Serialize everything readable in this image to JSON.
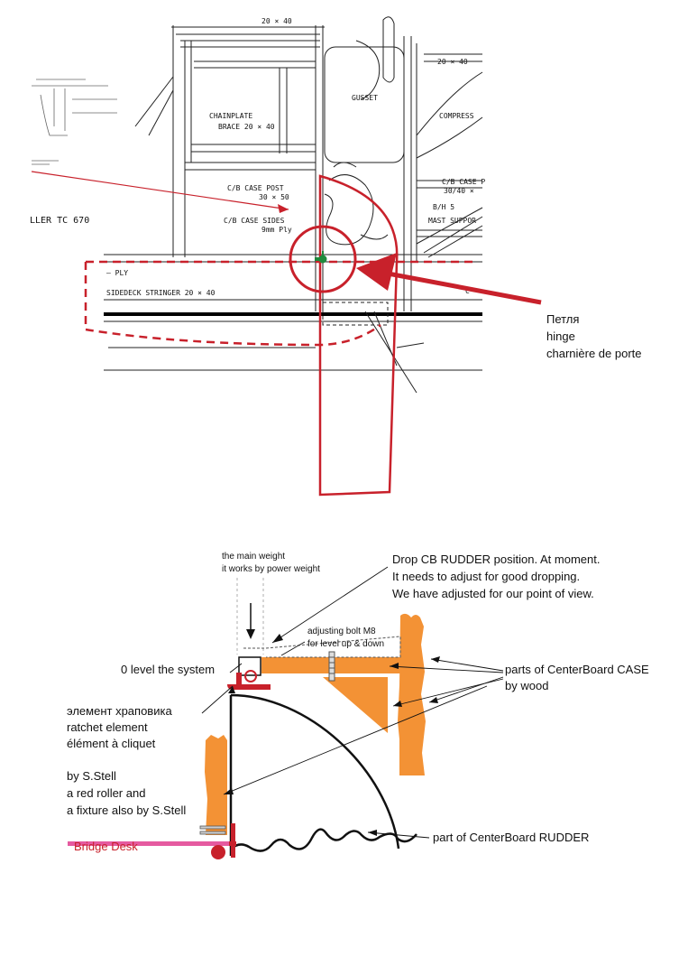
{
  "colors": {
    "red": "#c8212b",
    "orange": "#f39235",
    "pink": "#e55aa0",
    "green": "#1e8a3c",
    "ink": "#111111"
  },
  "top": {
    "sketch": {
      "beam_top": "20 × 40",
      "beam_right": "20 × 40",
      "gusset": "GUSSET",
      "chainplate_1": "CHAINPLATE",
      "chainplate_2": "BRACE 20 × 40",
      "compress": "COMPRESS",
      "cbpost_1": "C/B CASE POST",
      "cbpost_2": "30 × 50",
      "cbsides_1": "C/B CASE SIDES",
      "cbsides_2": "9mm Ply",
      "cbpost_r_1": "C/B CASE P",
      "cbpost_r_2": "30/40 × ",
      "b5": "B/H 5",
      "mast": "MAST SUPPOR",
      "ply": "— PLY",
      "stringer": "SIDEDECK STRINGER 20 × 40",
      "side_c": "C",
      "model": "LLER TC 670"
    },
    "hinge_label": [
      "Петля",
      "hinge",
      "charnière de porte"
    ]
  },
  "bottom": {
    "main_weight": [
      "the main weight",
      "it works by power weight"
    ],
    "drop_note": [
      "Drop CB RUDDER position. At moment.",
      "It needs to adjust for good dropping.",
      "We have adjusted for our point of view."
    ],
    "adjust_bolt": [
      "adjusting bolt M8",
      "for level up & down"
    ],
    "zero_level": "0 level the system",
    "case_parts": [
      "parts of CenterBoard CASE",
      "by wood"
    ],
    "ratchet": [
      "элемент храповика",
      "ratchet element",
      "élément à cliquet"
    ],
    "by_stell": [
      "by S.Stell",
      "a red roller and",
      "a fixture also by S.Stell"
    ],
    "rudder_part": "part of CenterBoard RUDDER",
    "bridge_desk": "Bridge Desk"
  }
}
